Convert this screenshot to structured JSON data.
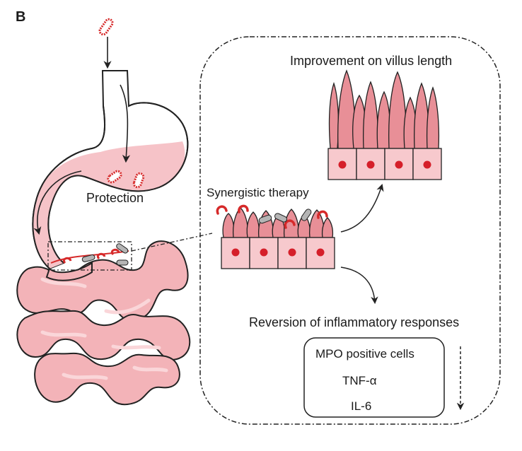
{
  "panel_label": "B",
  "labels": {
    "protection": "Protection",
    "synergistic": "Synergistic therapy",
    "villus": "Improvement on villus length",
    "reversion": "Reversion of inflammatory responses"
  },
  "markers": [
    "MPO positive cells",
    "TNF-α",
    "IL-6"
  ],
  "colors": {
    "tissue": "#f3b3b8",
    "tissue_light": "#fad6d9",
    "villus": "#e88f97",
    "cell": "#f7c9cd",
    "nucleus": "#d51f2a",
    "probiotic": "#d62a2a",
    "particle": "#b5b5b5",
    "stroke": "#222222"
  }
}
